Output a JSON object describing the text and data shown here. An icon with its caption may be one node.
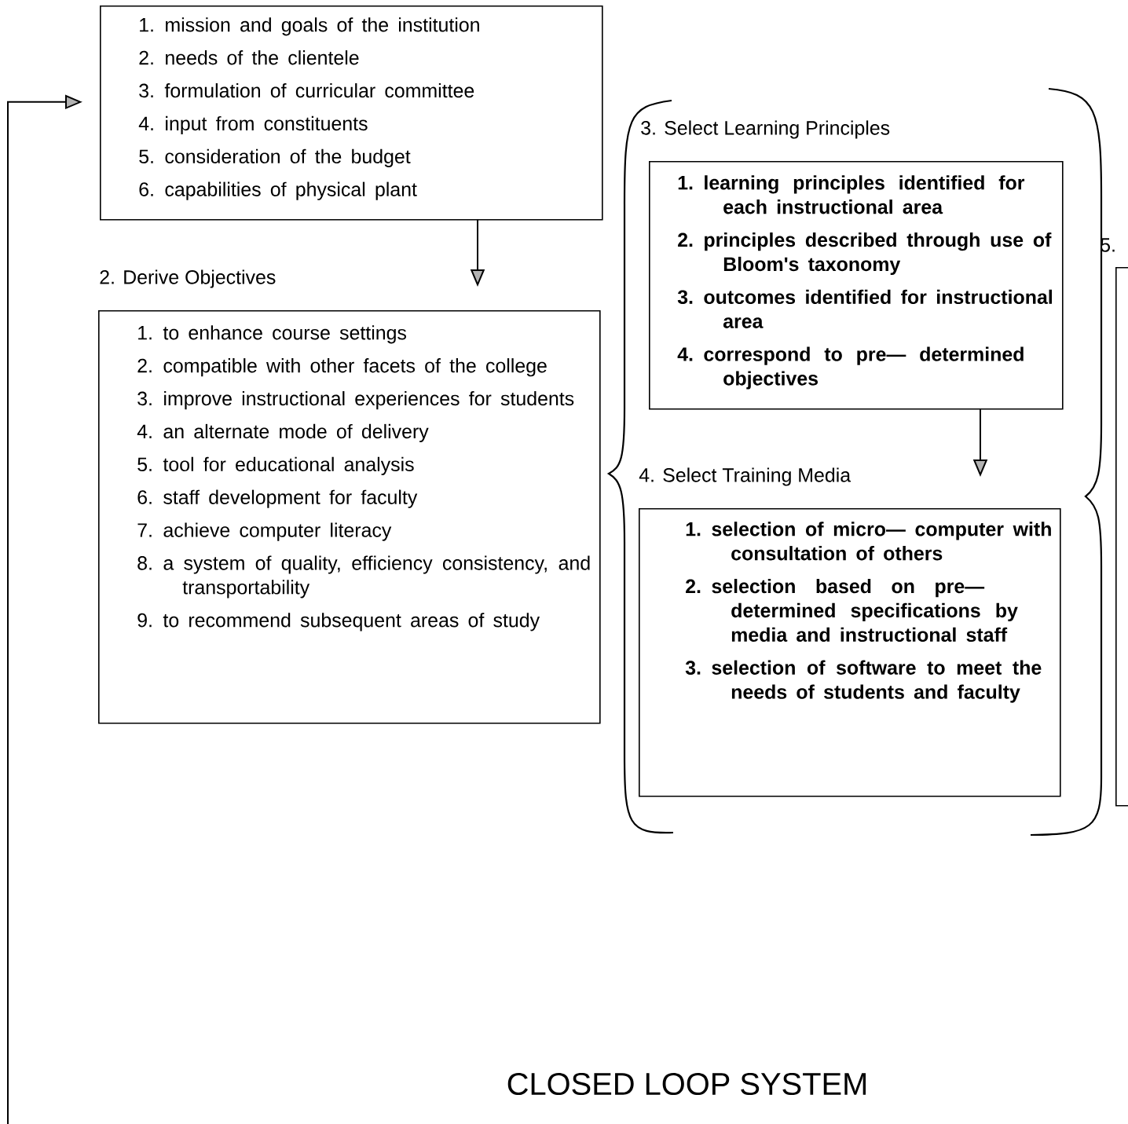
{
  "diagram": {
    "nodes": [
      {
        "text": [
          "1. mission and goals of the institution",
          "2. needs of the clientele",
          "3. formulation of curricular committee",
          "4. input from constituents",
          "5. consideration of the budget",
          "6. capabilities of physical plant"
        ]
      },
      {
        "text": [
          "2. Derive Objectives",
          "1. to enhance course settings",
          "2. compatible with other facets of the college",
          "3. improve instructional experiences for students",
          "4. an alternate mode of delivery",
          "5. tool for educational analysis",
          "6. staff development for faculty",
          "7. achieve computer literacy",
          "8. a system of quality, efficiency consistency, and transportability",
          "9. to recommend subsequent areas of study"
        ]
      },
      {
        "text": [
          "3. Select Learning Principles",
          "1. learning principles identified for each instructional area",
          "2. principles described through use of Bloom's taxonomy",
          "3. outcomes identified for instructional area",
          "4. correspond to pre— determined objectives"
        ]
      },
      {
        "text": [
          "4. Select Training Media",
          "1. selection of micro— computer with consultation of others",
          "2. selection based on pre— determined specifications by media and instructional staff",
          "3. selection of software to meet the needs of students and faculty"
        ]
      },
      {
        "text": [
          "5."
        ]
      }
    ],
    "edges": [
      {
        "from": null,
        "to": 0,
        "arrow": "to"
      },
      {
        "from": 0,
        "to": 1,
        "arrow": "to"
      },
      {
        "from": 2,
        "to": 3,
        "arrow": "to"
      }
    ],
    "labels": [
      "CLOSED LOOP SYSTEM"
    ]
  }
}
